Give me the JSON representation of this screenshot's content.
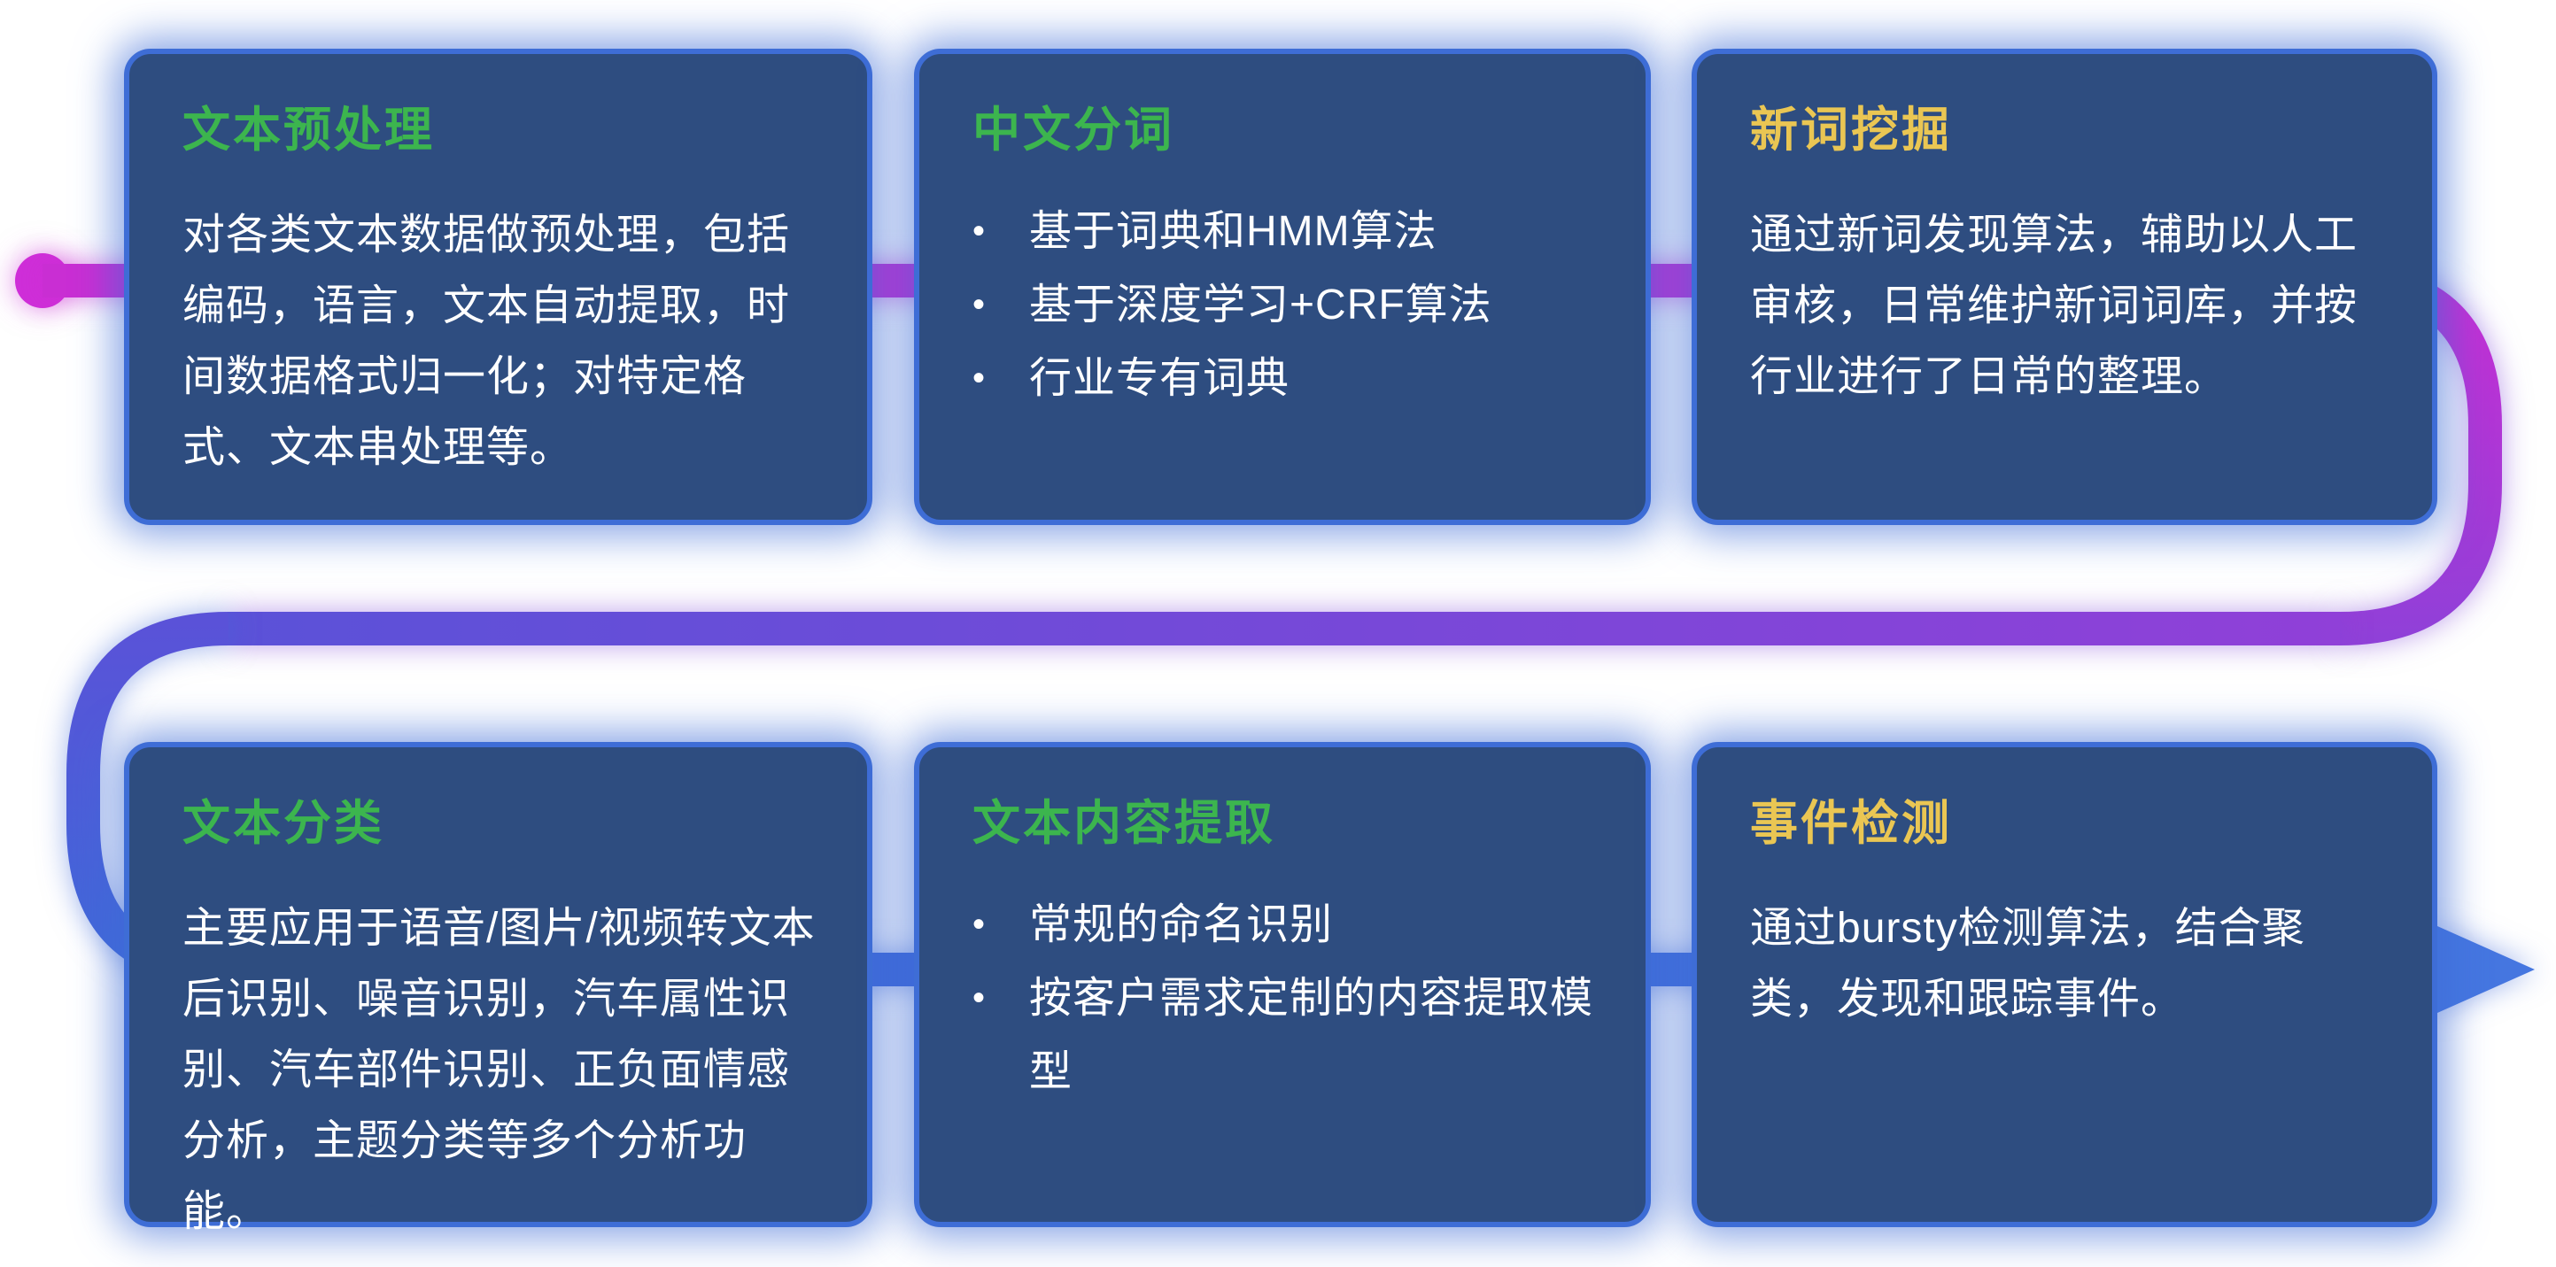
{
  "diagram_title": "NLP text processing pipeline",
  "glyphs": {
    "bullet": "•"
  },
  "colors": {
    "card_background": "#2e4d80",
    "card_border_glow": "#3e6dd6",
    "title_green": "#3cb54e",
    "title_yellow": "#eac653",
    "body_text": "#ffffff",
    "line_magenta": "#c92ed3",
    "line_purple": "#9040d8",
    "line_indigo": "#5a52d8",
    "line_blue": "#3f6ad9",
    "arrow_blue": "#4576e0"
  },
  "cards": [
    {
      "title": "文本预处理",
      "title_color": "#3cb54e",
      "body": "对各类文本数据做预处理，包括编码，语言，文本自动提取，时间数据格式归一化；对特定格式、文本串处理等。"
    },
    {
      "title": "中文分词",
      "title_color": "#3cb54e",
      "bullets": [
        "基于词典和HMM算法",
        "基于深度学习+CRF算法",
        "行业专有词典"
      ]
    },
    {
      "title": "新词挖掘",
      "title_color": "#eac653",
      "body": "通过新词发现算法，辅助以人工审核，日常维护新词词库，并按行业进行了日常的整理。"
    },
    {
      "title": "文本分类",
      "title_color": "#3cb54e",
      "body": "主要应用于语音/图片/视频转文本后识别、噪音识别，汽车属性识别、汽车部件识别、正负面情感分析，主题分类等多个分析功能。"
    },
    {
      "title": "文本内容提取",
      "title_color": "#3cb54e",
      "bullets": [
        "常规的命名识别",
        "按客户需求定制的内容提取模型"
      ]
    },
    {
      "title": "事件检测",
      "title_color": "#eac653",
      "body": "通过bursty检测算法，结合聚类，发现和跟踪事件。"
    }
  ]
}
